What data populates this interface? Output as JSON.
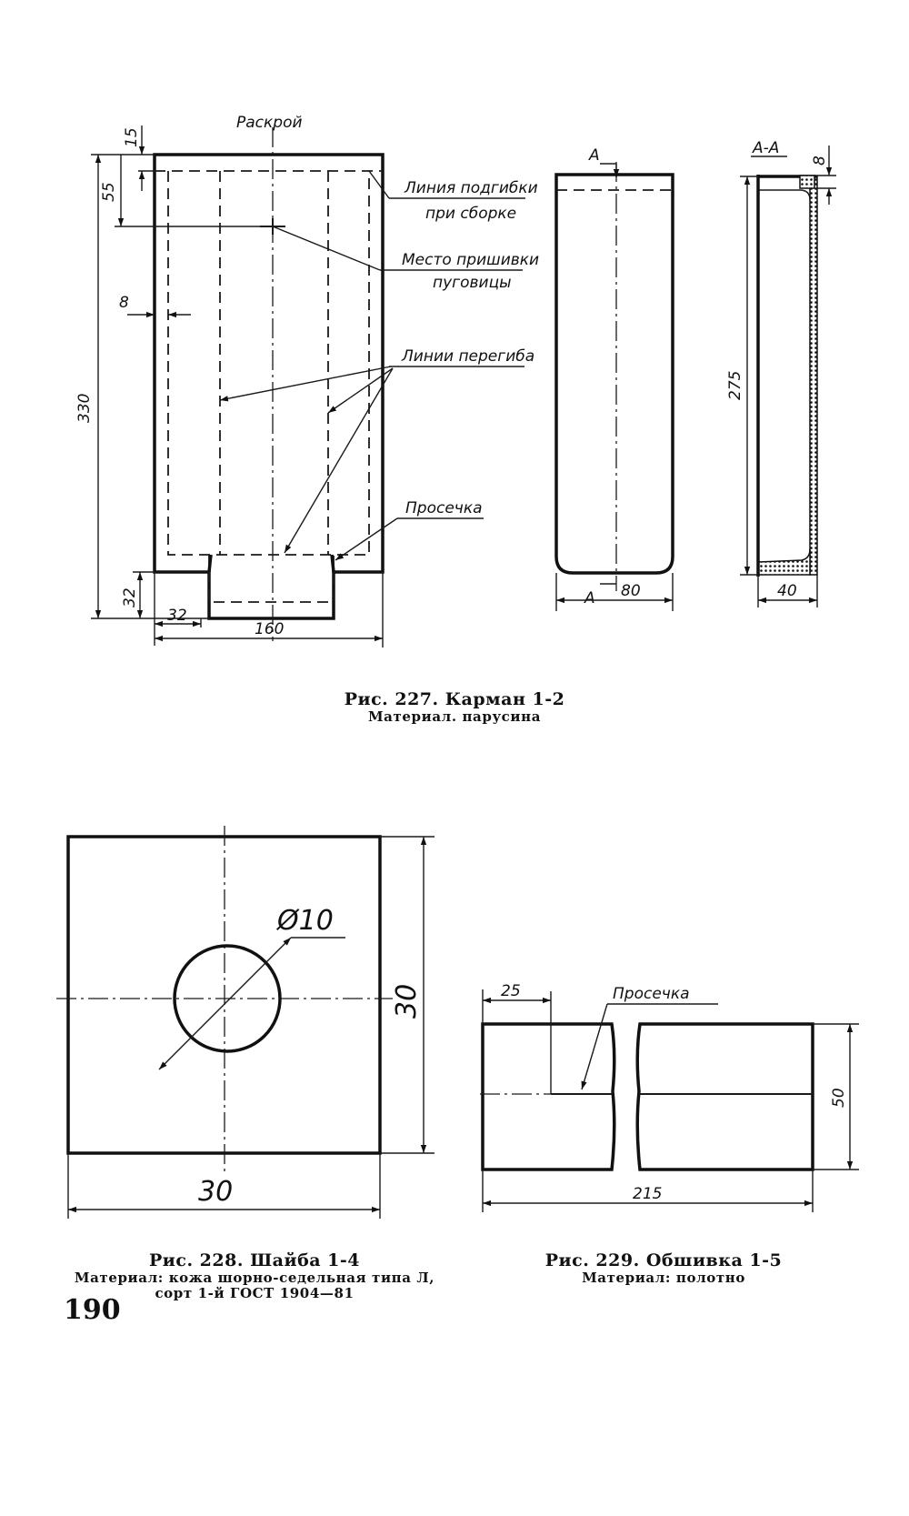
{
  "page_number": "190",
  "fig227": {
    "caption_title": "Рис. 227. Карман 1-2",
    "caption_material": "Материал. парусина",
    "labels": {
      "cut": "Раскрой",
      "fold_line_1": "Линия подгибки",
      "fold_line_2": "при сборке",
      "button_1": "Место пришивки",
      "button_2": "пуговицы",
      "bend_lines": "Линии перегиба",
      "notch": "Просечка",
      "section_mark": "А",
      "section_title": "А-А"
    },
    "dims": {
      "d15": "15",
      "d55": "55",
      "d8": "8",
      "d330": "330",
      "d32v": "32",
      "d32h": "32",
      "d160": "160",
      "d80": "80",
      "d275": "275",
      "d40": "40",
      "d8s": "8"
    }
  },
  "fig228": {
    "caption_title": "Рис. 228. Шайба 1-4",
    "caption_material": [
      "Материал: кожа шорно-седельная типа Л,",
      "сорт 1-й ГОСТ 1904—81"
    ],
    "dims": {
      "diameter": "Ø10",
      "height": "30",
      "width": "30"
    }
  },
  "fig229": {
    "caption_title": "Рис. 229. Обшивка 1-5",
    "caption_material": "Материал: полотно",
    "labels": {
      "notch": "Просечка"
    },
    "dims": {
      "d25": "25",
      "d50": "50",
      "d215": "215"
    }
  }
}
